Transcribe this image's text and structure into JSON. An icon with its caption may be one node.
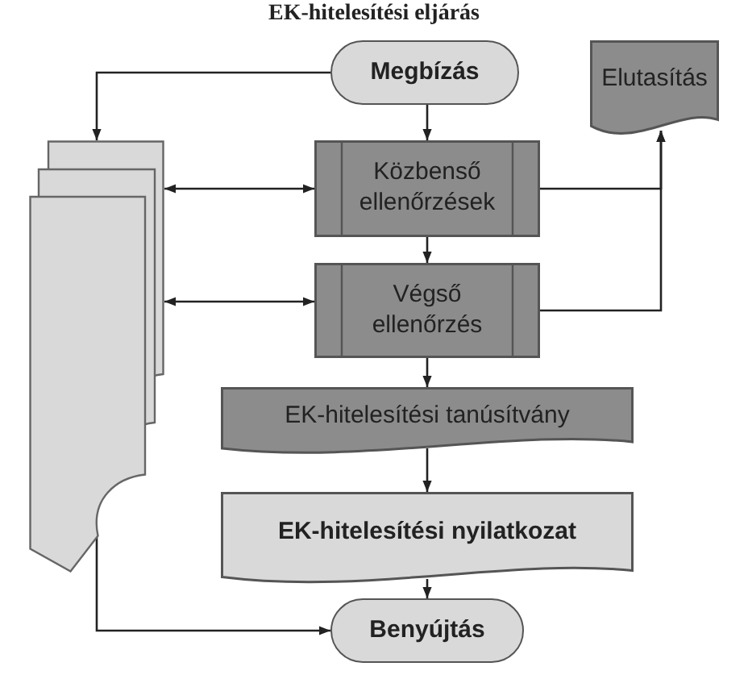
{
  "diagram": {
    "title": "EK-hitelesítési eljárás",
    "nodes": [
      {
        "text": [
          "Megbízás"
        ]
      },
      {
        "text": [
          "Elutasítás"
        ]
      },
      {
        "text": [],
        "shape": "document"
      },
      {
        "text": [
          "Közbenső ellenőrzések"
        ]
      },
      {
        "text": [
          "Végső ellenőrzés"
        ]
      },
      {
        "text": [
          "EK-hitelesítési tanúsítvány"
        ]
      },
      {
        "text": [
          "EK-hitelesítési nyilatkozat"
        ]
      },
      {
        "text": [
          "Benyújtás"
        ]
      }
    ],
    "edges": [
      {
        "from": 0,
        "to": 2,
        "arrow": "to"
      },
      {
        "from": 0,
        "to": 3,
        "arrow": "to"
      },
      {
        "from": 2,
        "to": 3,
        "arrow": "both"
      },
      {
        "from": 3,
        "to": 1,
        "arrow": "to"
      },
      {
        "from": 4,
        "to": 1,
        "arrow": "to"
      },
      {
        "from": 3,
        "to": 4,
        "arrow": "to"
      },
      {
        "from": 2,
        "to": 4,
        "arrow": "both"
      },
      {
        "from": 4,
        "to": 5,
        "arrow": "to"
      },
      {
        "from": 5,
        "to": 6,
        "arrow": "to"
      },
      {
        "from": 6,
        "to": 7,
        "arrow": "to"
      },
      {
        "from": 2,
        "to": 7,
        "arrow": "to"
      }
    ]
  }
}
